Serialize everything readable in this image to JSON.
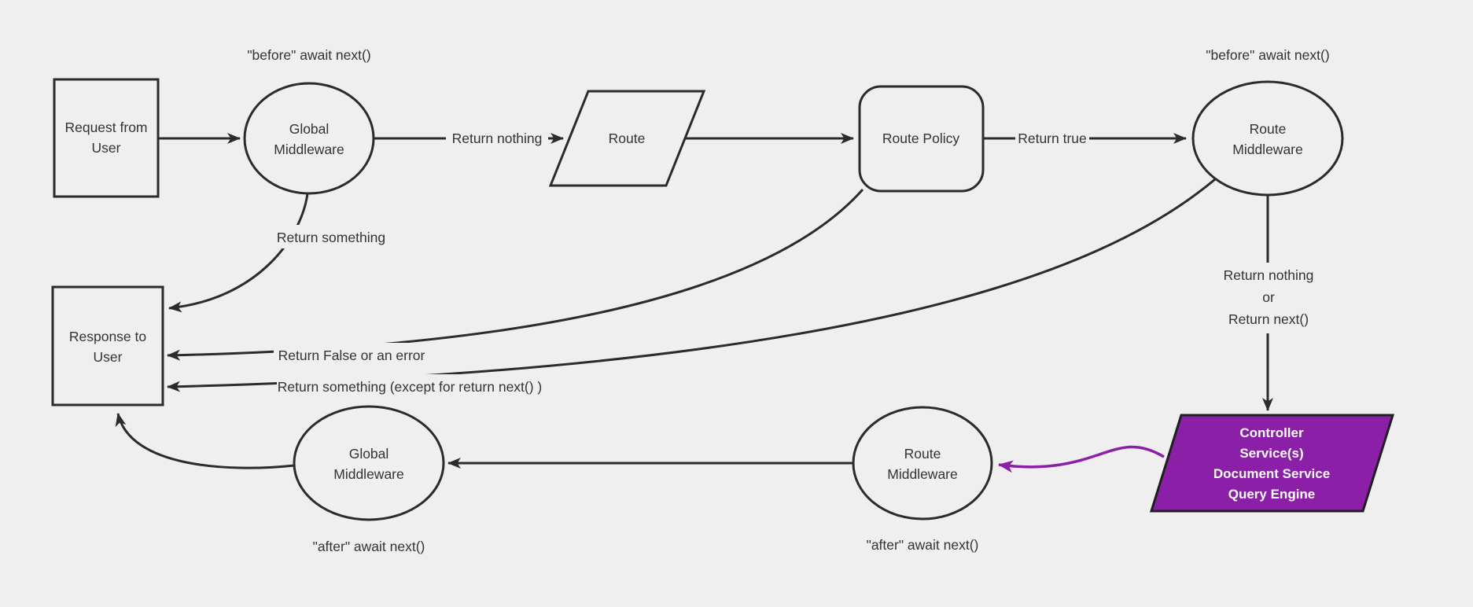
{
  "diagram": {
    "title": "request lifecycle middleware flowchart",
    "colors": {
      "background": "#efefef",
      "line": "#2b2b2b",
      "text": "#333333",
      "accent_purple": "#8B1FA8",
      "purple_node_text": "#ffffff"
    }
  },
  "nodes": {
    "request_from_user": {
      "line1": "Request from",
      "line2": "User"
    },
    "global_middleware_top": {
      "line1": "Global",
      "line2": "Middleware"
    },
    "route": {
      "label": "Route"
    },
    "route_policy": {
      "label": "Route Policy"
    },
    "route_middleware_top": {
      "line1": "Route",
      "line2": "Middleware"
    },
    "controller_services": {
      "line1": "Controller",
      "line2": "Service(s)",
      "line3": "Document Service",
      "line4": "Query Engine"
    },
    "route_middleware_bottom": {
      "line1": "Route",
      "line2": "Middleware"
    },
    "global_middleware_bottom": {
      "line1": "Global",
      "line2": "Middleware"
    },
    "response_to_user": {
      "line1": "Response to",
      "line2": "User"
    }
  },
  "labels": {
    "before_await_next_left": "\"before\" await next()",
    "before_await_next_right": "\"before\" await next()",
    "after_await_next_left": "\"after\" await next()",
    "after_await_next_right": "\"after\" await next()",
    "return_nothing": "Return nothing",
    "return_true": "Return true",
    "return_nothing_or_line1": "Return nothing",
    "return_nothing_or_line2": "or",
    "return_nothing_or_line3": "Return next()",
    "return_something": "Return something",
    "return_false_or_error": "Return False or an error",
    "return_something_except": "Return something (except for return next() )"
  }
}
